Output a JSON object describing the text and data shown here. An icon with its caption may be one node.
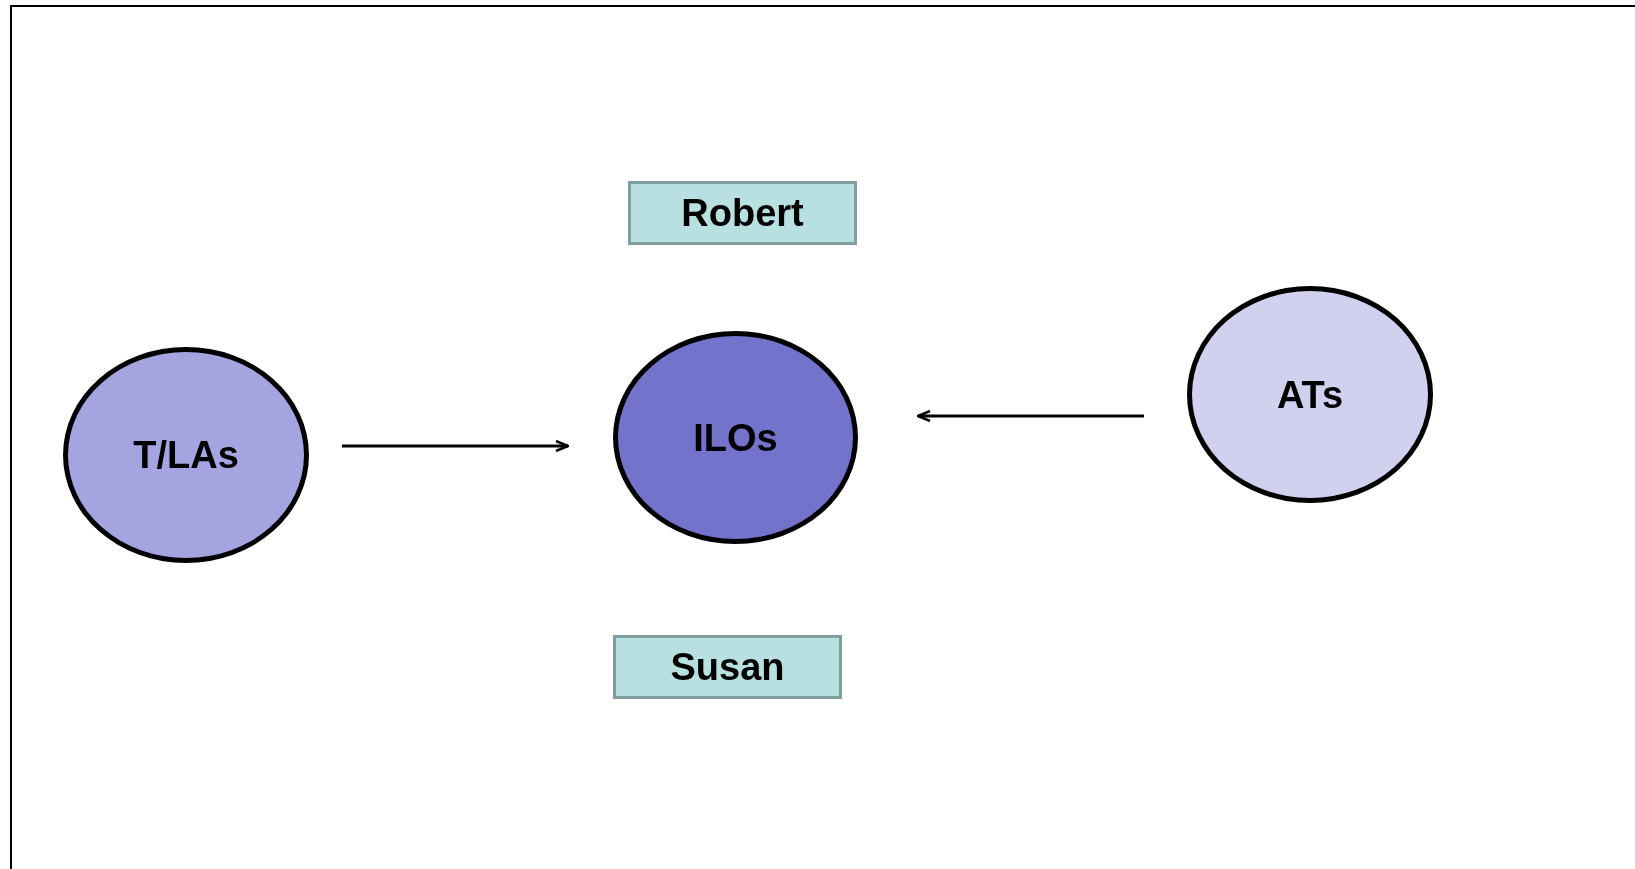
{
  "diagram": {
    "nodes": [
      {
        "text": [
          "Robert"
        ]
      },
      {
        "text": [
          "T/LAs"
        ]
      },
      {
        "text": [
          "ILOs"
        ]
      },
      {
        "text": [
          "ATs"
        ]
      },
      {
        "text": [
          "Susan"
        ]
      }
    ],
    "edges": [
      {
        "from": 1,
        "to": 2,
        "arrow": "to"
      },
      {
        "from": 3,
        "to": 2,
        "arrow": "to"
      }
    ]
  }
}
